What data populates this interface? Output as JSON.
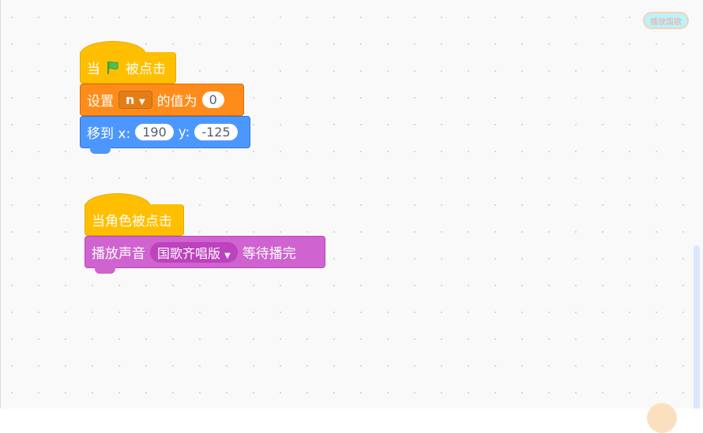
{
  "top_button": {
    "label": "播放国歌"
  },
  "script1": {
    "hat": {
      "prefix": "当",
      "icon": "green-flag-icon",
      "suffix": "被点击"
    },
    "set": {
      "label": "设置",
      "variable": "n",
      "mid": "的值为",
      "value": "0"
    },
    "goto": {
      "label": "移到 x:",
      "x": "190",
      "ylabel": "y:",
      "y": "-125"
    }
  },
  "script2": {
    "hat": {
      "label": "当角色被点击"
    },
    "sound": {
      "label": "播放声音",
      "sound": "国歌齐唱版",
      "suffix": "等待播完"
    }
  },
  "colors": {
    "events": "#ffbf00",
    "variables": "#ff8c1a",
    "motion": "#4c97ff",
    "sound": "#cf63cf"
  }
}
